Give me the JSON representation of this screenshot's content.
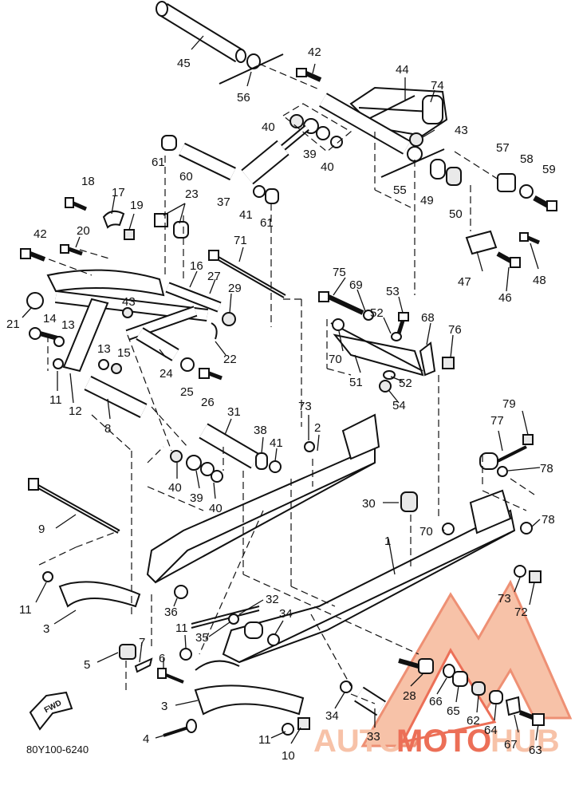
{
  "diagram": {
    "drawing_code": "80Y100-6240",
    "fwd_label": "FWD",
    "watermark": {
      "part1": "AUTO",
      "part2": "MOTO",
      "part3": "HUB",
      "color_light": "#f6b89a",
      "color_dark": "#e9563a"
    },
    "callouts": [
      "45",
      "56",
      "42",
      "44",
      "74",
      "43",
      "40",
      "39",
      "40",
      "61",
      "60",
      "37",
      "41",
      "61",
      "57",
      "58",
      "59",
      "55",
      "49",
      "50",
      "18",
      "17",
      "19",
      "23",
      "42",
      "20",
      "71",
      "16",
      "27",
      "29",
      "47",
      "46",
      "48",
      "75",
      "69",
      "53",
      "52",
      "68",
      "76",
      "21",
      "14",
      "13",
      "43",
      "13",
      "15",
      "22",
      "70",
      "51",
      "52",
      "54",
      "24",
      "25",
      "26",
      "11",
      "12",
      "8",
      "31",
      "38",
      "41",
      "73",
      "2",
      "77",
      "79",
      "78",
      "40",
      "39",
      "40",
      "9",
      "30",
      "70",
      "78",
      "1",
      "11",
      "3",
      "36",
      "73",
      "72",
      "32",
      "34",
      "11",
      "35",
      "7",
      "5",
      "6",
      "28",
      "66",
      "65",
      "62",
      "64",
      "3",
      "34",
      "4",
      "11",
      "10",
      "33",
      "67",
      "63"
    ]
  }
}
